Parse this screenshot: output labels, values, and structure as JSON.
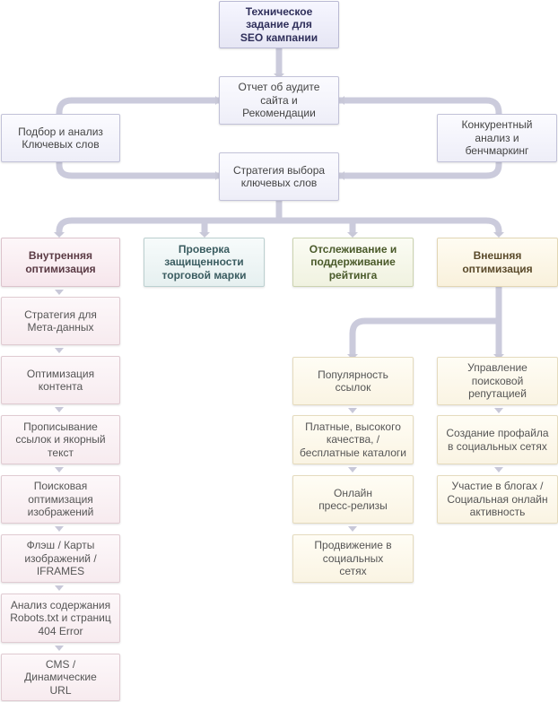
{
  "nodes": {
    "spec": "Техническое\nзадание для\nSEO кампании",
    "audit": "Отчет об аудите\nсайта и\nРекомендации",
    "keywords": "Подбор и анализ\nКлючевых слов",
    "competitive": "Конкурентный\nанализ и\nбенчмаркинг",
    "strategy": "Стратегия выбора\nключевых слов",
    "internal": "Внутренняя\nоптимизация",
    "brand": "Проверка\nзащищенности\nторговой марки",
    "tracking": "Отслеживание и\nподдерживание\nрейтинга",
    "external": "Внешняя\nоптимизация",
    "meta": "Стратегия для\nМета-данных",
    "content": "Оптимизация\nконтента",
    "links": "Прописывание\nссылок и якорный\nтекст",
    "images": "Поисковая\nоптимизация\nизображений",
    "flash": "Флэш / Карты\nизображений /\nIFRAMES",
    "robots": "Анализ содержания\nRobots.txt и страниц\n404 Error",
    "cms": "CMS /\nДинамические\nURL",
    "popularity": "Популярность\nссылок",
    "paid": "Платные, высокого\nкачества, /\nбесплатные каталоги",
    "press": "Онлайн\nпресс-релизы",
    "social_promo": "Продвижение в\nсоциальных\nсетях",
    "reputation": "Управление\nпоисковой\nрепутацией",
    "profile": "Создание профайла\nв социальных сетях",
    "blogs": "Участие в блогах /\nСоциальная онлайн\nактивность"
  },
  "colors": {
    "connector": "#cbcbdc",
    "arrow": "#c8c8d8"
  }
}
